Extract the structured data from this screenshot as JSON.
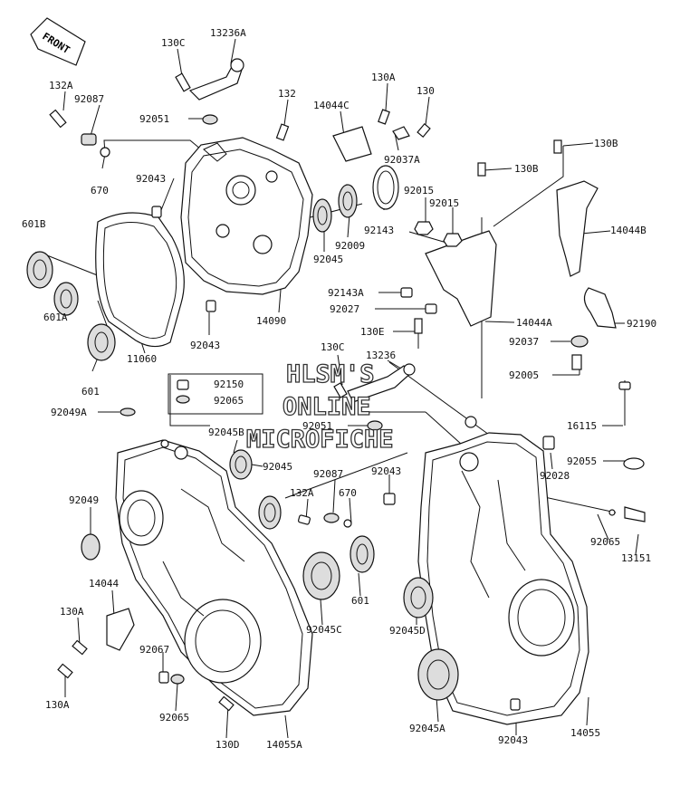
{
  "diagram": {
    "front_label": "FRONT",
    "watermark": [
      "HLSM'S",
      "ONLINE",
      "MICROFICHE"
    ],
    "labels": [
      {
        "id": "130C-top",
        "text": "130C"
      },
      {
        "id": "13236A",
        "text": "13236A"
      },
      {
        "id": "132A-top",
        "text": "132A"
      },
      {
        "id": "92087-top",
        "text": "92087"
      },
      {
        "id": "92051-top",
        "text": "92051"
      },
      {
        "id": "132",
        "text": "132"
      },
      {
        "id": "14044C",
        "text": "14044C"
      },
      {
        "id": "130A-top",
        "text": "130A"
      },
      {
        "id": "130-top",
        "text": "130"
      },
      {
        "id": "670-top",
        "text": "670"
      },
      {
        "id": "92043-a",
        "text": "92043"
      },
      {
        "id": "92037A",
        "text": "92037A"
      },
      {
        "id": "130B-a",
        "text": "130B"
      },
      {
        "id": "130B-b",
        "text": "130B"
      },
      {
        "id": "601B",
        "text": "601B"
      },
      {
        "id": "92015-a",
        "text": "92015"
      },
      {
        "id": "92015-b",
        "text": "92015"
      },
      {
        "id": "92143",
        "text": "92143"
      },
      {
        "id": "14044B",
        "text": "14044B"
      },
      {
        "id": "92009",
        "text": "92009"
      },
      {
        "id": "92045-a",
        "text": "92045"
      },
      {
        "id": "92143A",
        "text": "92143A"
      },
      {
        "id": "601A",
        "text": "601A"
      },
      {
        "id": "14090",
        "text": "14090"
      },
      {
        "id": "92027",
        "text": "92027"
      },
      {
        "id": "14044A",
        "text": "14044A"
      },
      {
        "id": "92190",
        "text": "92190"
      },
      {
        "id": "92043-b",
        "text": "92043"
      },
      {
        "id": "130E",
        "text": "130E"
      },
      {
        "id": "92037",
        "text": "92037"
      },
      {
        "id": "130C-mid",
        "text": "130C"
      },
      {
        "id": "13236",
        "text": "13236"
      },
      {
        "id": "11060",
        "text": "11060"
      },
      {
        "id": "92005",
        "text": "92005"
      },
      {
        "id": "601-a",
        "text": "601"
      },
      {
        "id": "92150",
        "text": "92150"
      },
      {
        "id": "92065-a",
        "text": "92065"
      },
      {
        "id": "92049A",
        "text": "92049A"
      },
      {
        "id": "16115",
        "text": "16115"
      },
      {
        "id": "92045B",
        "text": "92045B"
      },
      {
        "id": "92051-mid",
        "text": "92051"
      },
      {
        "id": "92055",
        "text": "92055"
      },
      {
        "id": "92045-b",
        "text": "92045"
      },
      {
        "id": "92087-mid",
        "text": "92087"
      },
      {
        "id": "92043-c",
        "text": "92043"
      },
      {
        "id": "92028",
        "text": "92028"
      },
      {
        "id": "92049",
        "text": "92049"
      },
      {
        "id": "132A-mid",
        "text": "132A"
      },
      {
        "id": "670-mid",
        "text": "670"
      },
      {
        "id": "92065-b",
        "text": "92065"
      },
      {
        "id": "13151",
        "text": "13151"
      },
      {
        "id": "14044",
        "text": "14044"
      },
      {
        "id": "130A-left",
        "text": "130A"
      },
      {
        "id": "601-b",
        "text": "601"
      },
      {
        "id": "92045C",
        "text": "92045C"
      },
      {
        "id": "92045D",
        "text": "92045D"
      },
      {
        "id": "92067",
        "text": "92067"
      },
      {
        "id": "130A-bottom",
        "text": "130A"
      },
      {
        "id": "92065-c",
        "text": "92065"
      },
      {
        "id": "92045A",
        "text": "92045A"
      },
      {
        "id": "130D",
        "text": "130D"
      },
      {
        "id": "14055A",
        "text": "14055A"
      },
      {
        "id": "92043-d",
        "text": "92043"
      },
      {
        "id": "14055",
        "text": "14055"
      }
    ]
  }
}
